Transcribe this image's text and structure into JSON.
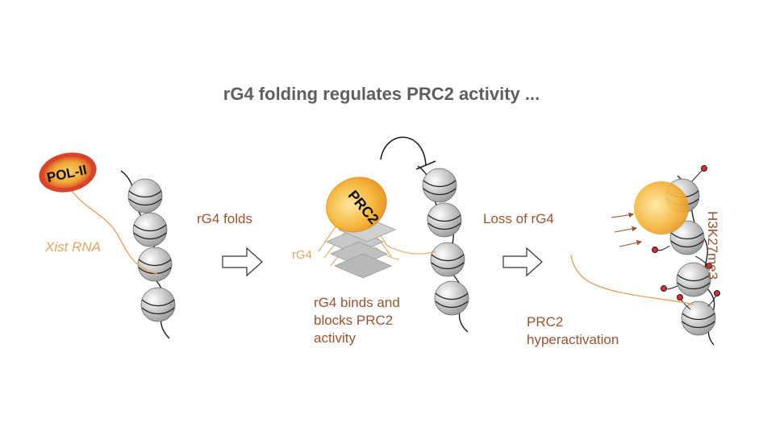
{
  "title": "rG4 folding regulates PRC2 activity ...",
  "labels": {
    "pol2": "POL-II",
    "xist": "Xist RNA",
    "rg4_folds": "rG4 folds",
    "prc2_mid": "PRC2",
    "rg4_small": "rG4",
    "rg4_binds": "rG4 binds and\nblocks PRC2\nactivity",
    "loss_rg4": "Loss of rG4",
    "prc2_hyper": "PRC2\nhyperactivation",
    "h3k27me3": "H3K27me3"
  },
  "colors": {
    "text_brown": "#a0522d",
    "rna_orange": "#e8a35a",
    "pol2_outer": "#d8432a",
    "pol2_inner": "#f0b040",
    "prc2_orange": "#f0a030",
    "nucleosome_gray": "#b8b8b8",
    "methyl_red": "#d03030",
    "title_gray": "#5f5f5f"
  }
}
